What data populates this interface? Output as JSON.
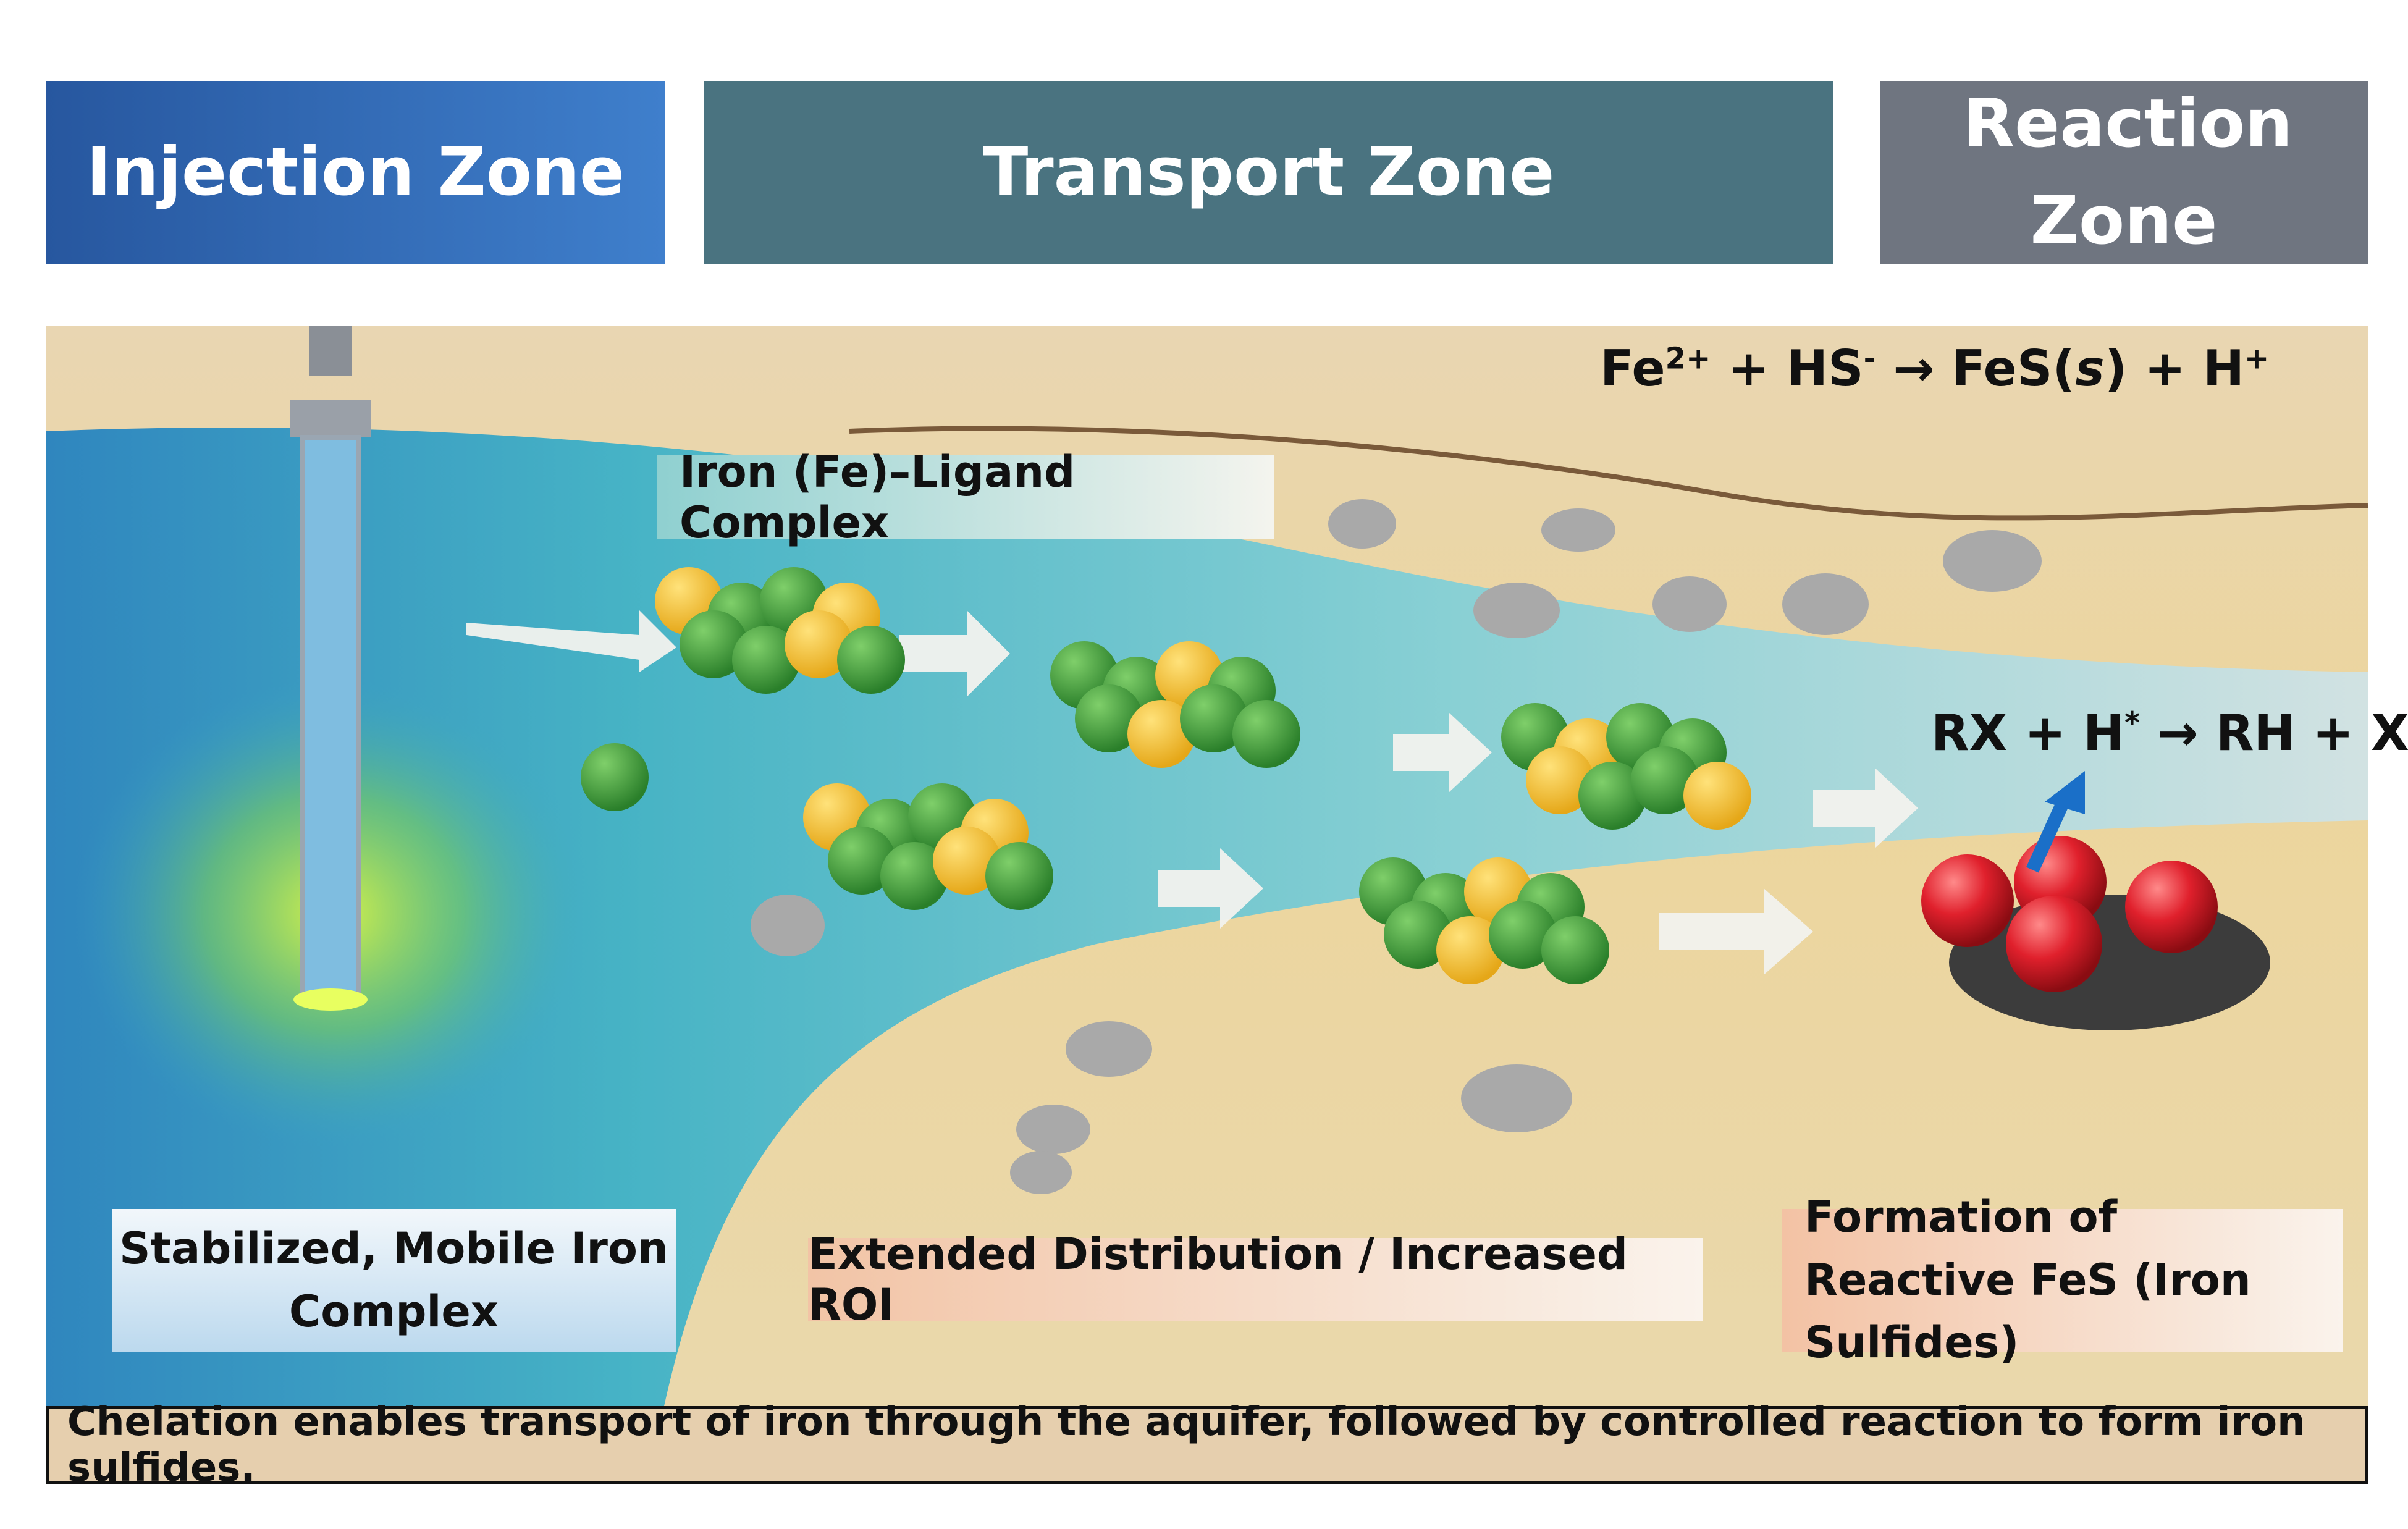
{
  "headers": {
    "injection": "Injection Zone",
    "transport": "Transport Zone",
    "reaction": "Reaction Zone"
  },
  "labels": {
    "iron_complex": "Iron (Fe)–Ligand Complex",
    "stabilized": "Stabilized, Mobile Iron Complex",
    "extended": "Extended Distribution / Increased ROI",
    "formation": "Formation of Reactive FeS (Iron Sulfides)"
  },
  "equations": {
    "fes": {
      "a": "Fe",
      "a_sup": "2+",
      "b": " + HS",
      "b_sup": "-",
      "c": " → FeS(",
      "c_it": "s",
      "d": ") + H",
      "d_sup": "+"
    },
    "dechlor": {
      "a": "RX + H",
      "a_sup": "*",
      "b": " → RH + X",
      "b_sup": "−"
    }
  },
  "caption": "Chelation enables transport of iron through the aquifer, followed by controlled reaction to form iron sulfides.",
  "colors": {
    "injection_header": "#3168b5",
    "transport_header": "#4a7380",
    "reaction_header": "#6f7580",
    "ligand_green": "#3f9a3a",
    "ligand_yellow": "#f5c232",
    "fes_red": "#d81e2a",
    "water_blue": "#3aa6c8",
    "sand": "#e8cf98"
  }
}
